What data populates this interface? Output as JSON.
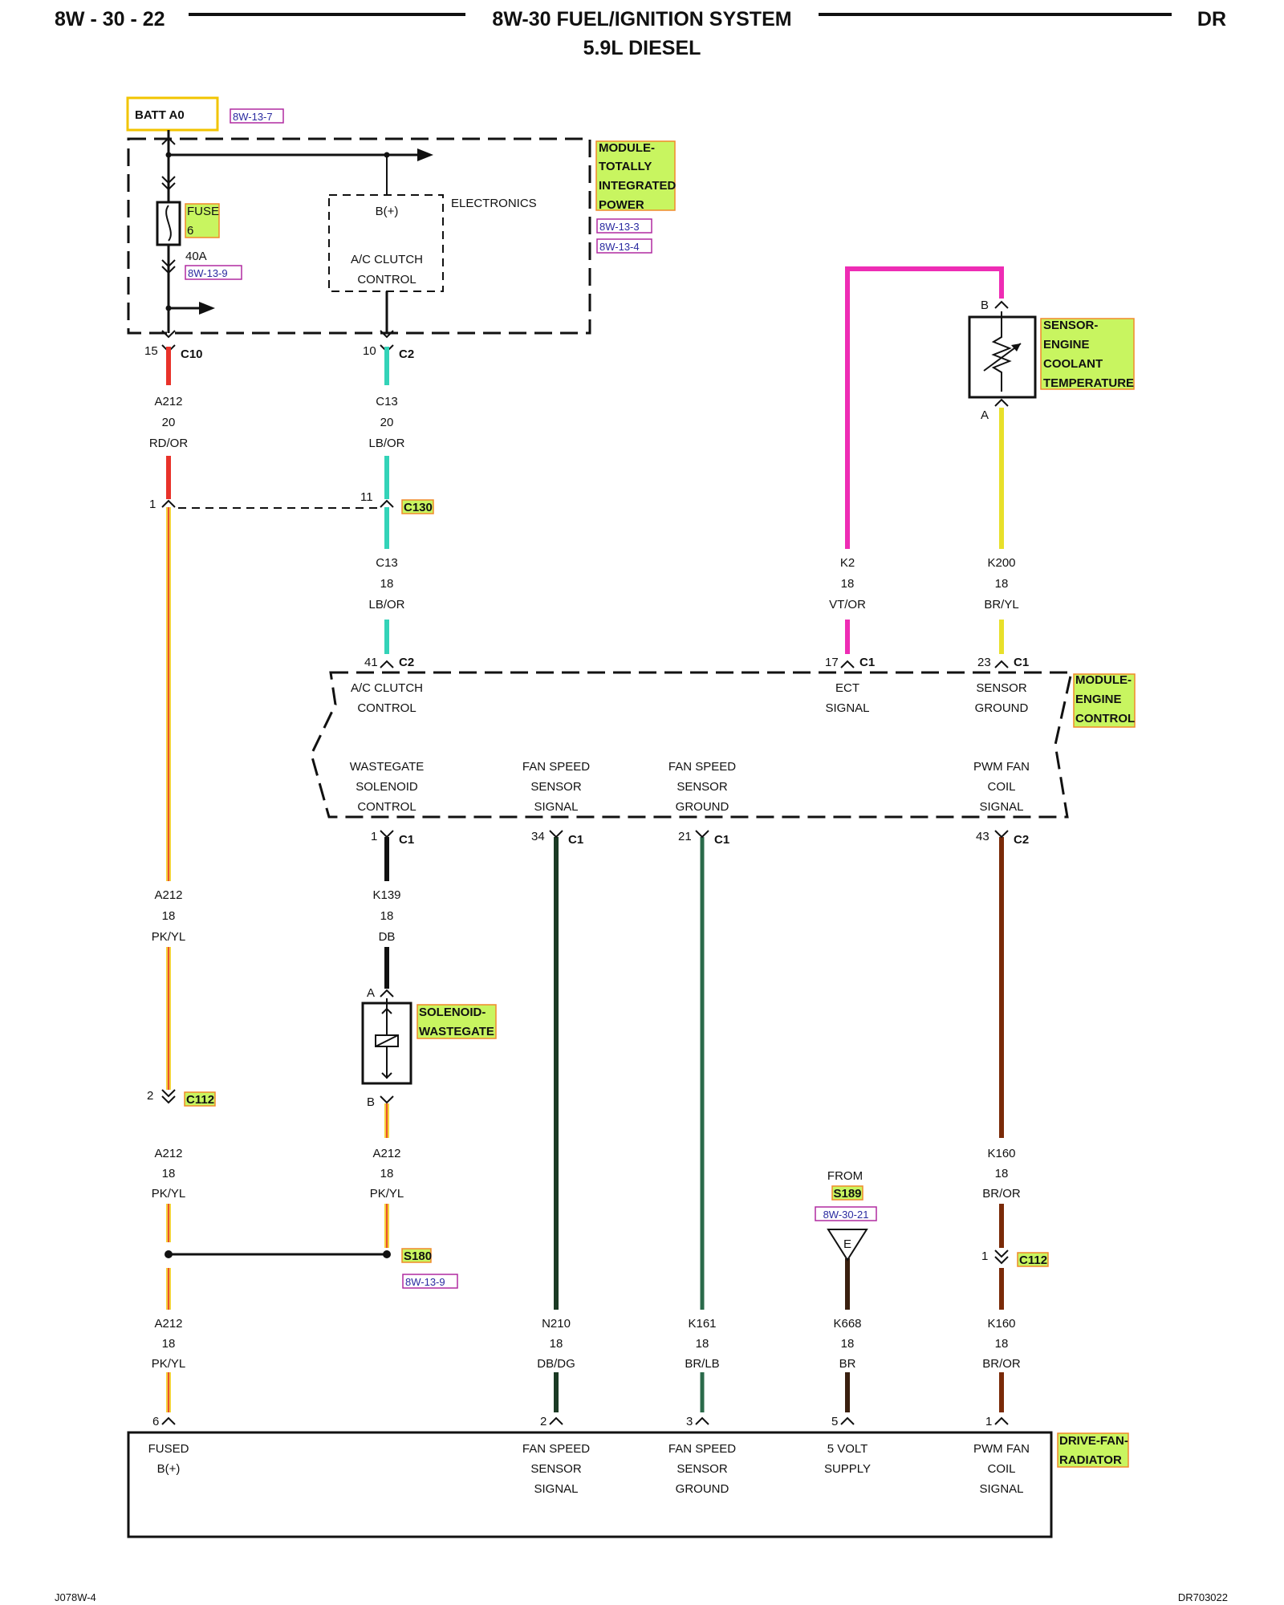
{
  "header": {
    "page_number": "8W - 30 - 22",
    "title": "8W-30 FUEL/IGNITION SYSTEM",
    "subtitle": "5.9L DIESEL",
    "model": "DR"
  },
  "footer": {
    "left_code": "J078W-4",
    "right_code": "DR703022"
  },
  "colors": {
    "rd_or": "#e8322a",
    "lb_or": "#33d3b8",
    "pk_yl": "#f4d23a",
    "vt_or": "#ee2cb4",
    "br_yl": "#e8e02a",
    "db": "#111111",
    "db_dg": "#1b3a24",
    "br_lb": "#2a6a4a",
    "br": "#3a2010",
    "br_or": "#7a2a08",
    "highlight": "#c8f560"
  },
  "battery": {
    "label": "BATT A0",
    "ref": "8W-13-7"
  },
  "tipm": {
    "name_lines": [
      "MODULE-",
      "TOTALLY",
      "INTEGRATED",
      "POWER"
    ],
    "refs": [
      "8W-13-3",
      "8W-13-4"
    ],
    "fuse_lines": [
      "FUSE",
      "6"
    ],
    "fuse_amp": "40A",
    "fuse_ref": "8W-13-9",
    "electronics_label": "ELECTRONICS",
    "bplus_label": "B(+)",
    "ac_clutch_lines": [
      "A/C CLUTCH",
      "CONTROL"
    ]
  },
  "connectors": {
    "c10": {
      "pin": "15",
      "name": "C10"
    },
    "c2_tipm": {
      "pin": "10",
      "name": "C2"
    },
    "c130_left": {
      "pin": "1"
    },
    "c130_right": {
      "pin": "11",
      "name": "C130"
    },
    "ecm_c2_41": {
      "pin": "41",
      "name": "C2"
    },
    "ecm_c1_17": {
      "pin": "17",
      "name": "C1"
    },
    "ecm_c1_23": {
      "pin": "23",
      "name": "C1"
    },
    "ecm_c1_1": {
      "pin": "1",
      "name": "C1"
    },
    "ecm_c1_34": {
      "pin": "34",
      "name": "C1"
    },
    "ecm_c1_21": {
      "pin": "21",
      "name": "C1"
    },
    "ecm_c2_43": {
      "pin": "43",
      "name": "C2"
    },
    "c112_left": {
      "pin": "2",
      "name": "C112"
    },
    "c112_right": {
      "pin": "1",
      "name": "C112"
    },
    "sensor_b": {
      "pin": "B"
    },
    "sensor_a": {
      "pin": "A"
    },
    "solenoid_a": {
      "pin": "A"
    },
    "solenoid_b": {
      "pin": "B"
    },
    "fan_6": {
      "pin": "6"
    },
    "fan_2": {
      "pin": "2"
    },
    "fan_3": {
      "pin": "3"
    },
    "fan_5": {
      "pin": "5"
    },
    "fan_1": {
      "pin": "1"
    }
  },
  "wires": {
    "a212_20": {
      "circuit": "A212",
      "gauge": "20",
      "color": "RD/OR"
    },
    "c13_20": {
      "circuit": "C13",
      "gauge": "20",
      "color": "LB/OR"
    },
    "c13_18": {
      "circuit": "C13",
      "gauge": "18",
      "color": "LB/OR"
    },
    "k2_18": {
      "circuit": "K2",
      "gauge": "18",
      "color": "VT/OR"
    },
    "k200_18": {
      "circuit": "K200",
      "gauge": "18",
      "color": "BR/YL"
    },
    "a212_18_a": {
      "circuit": "A212",
      "gauge": "18",
      "color": "PK/YL"
    },
    "k139_18": {
      "circuit": "K139",
      "gauge": "18",
      "color": "DB"
    },
    "a212_18_b": {
      "circuit": "A212",
      "gauge": "18",
      "color": "PK/YL"
    },
    "a212_18_c": {
      "circuit": "A212",
      "gauge": "18",
      "color": "PK/YL"
    },
    "a212_18_d": {
      "circuit": "A212",
      "gauge": "18",
      "color": "PK/YL"
    },
    "k160_18_a": {
      "circuit": "K160",
      "gauge": "18",
      "color": "BR/OR"
    },
    "k160_18_b": {
      "circuit": "K160",
      "gauge": "18",
      "color": "BR/OR"
    },
    "n210_18": {
      "circuit": "N210",
      "gauge": "18",
      "color": "DB/DG"
    },
    "k161_18": {
      "circuit": "K161",
      "gauge": "18",
      "color": "BR/LB"
    },
    "k668_18": {
      "circuit": "K668",
      "gauge": "18",
      "color": "BR"
    }
  },
  "ect_sensor": {
    "name_lines": [
      "SENSOR-",
      "ENGINE",
      "COOLANT",
      "TEMPERATURE"
    ]
  },
  "ecm": {
    "name_lines": [
      "MODULE-",
      "ENGINE",
      "CONTROL"
    ],
    "top_pins": {
      "ac_clutch": [
        "A/C CLUTCH",
        "CONTROL"
      ],
      "ect_signal": [
        "ECT",
        "SIGNAL"
      ],
      "sensor_ground": [
        "SENSOR",
        "GROUND"
      ]
    },
    "bottom_pins": {
      "wastegate": [
        "WASTEGATE",
        "SOLENOID",
        "CONTROL"
      ],
      "fan_sensor_signal": [
        "FAN SPEED",
        "SENSOR",
        "SIGNAL"
      ],
      "fan_sensor_ground": [
        "FAN SPEED",
        "SENSOR",
        "GROUND"
      ],
      "pwm_fan": [
        "PWM FAN",
        "COIL",
        "SIGNAL"
      ]
    }
  },
  "solenoid": {
    "name_lines": [
      "SOLENOID-",
      "WASTEGATE"
    ]
  },
  "splice_s180": {
    "name": "S180",
    "ref": "8W-13-9"
  },
  "from_s189": {
    "from_label": "FROM",
    "splice": "S189",
    "ref": "8W-30-21",
    "symbol": "E"
  },
  "fan_drive": {
    "name_lines": [
      "DRIVE-FAN-",
      "RADIATOR"
    ],
    "pins": {
      "fused_bplus": [
        "FUSED",
        "B(+)"
      ],
      "fan_signal": [
        "FAN SPEED",
        "SENSOR",
        "SIGNAL"
      ],
      "fan_ground": [
        "FAN SPEED",
        "SENSOR",
        "GROUND"
      ],
      "five_volt": [
        "5 VOLT",
        "SUPPLY"
      ],
      "pwm_coil": [
        "PWM FAN",
        "COIL",
        "SIGNAL"
      ]
    }
  }
}
